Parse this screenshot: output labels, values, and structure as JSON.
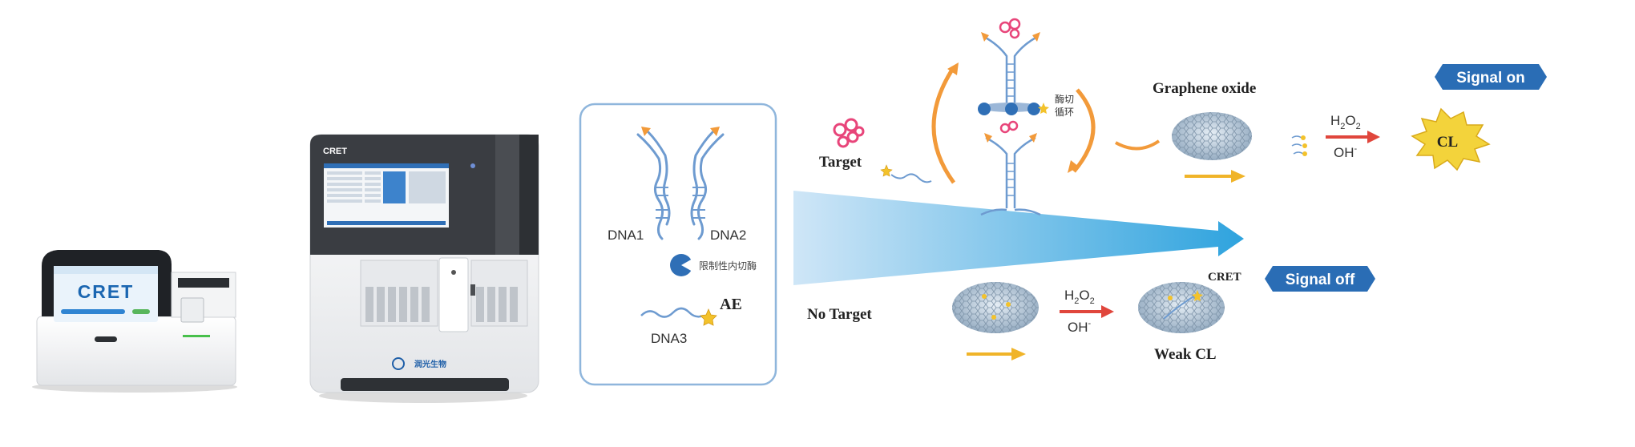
{
  "devices": {
    "small_screen_brand": "CRET",
    "large_device_label": "CRET",
    "large_device_logo": "润光生物"
  },
  "probe_box": {
    "dna1": "DNA1",
    "dna2": "DNA2",
    "enzyme": "限制性内切酶",
    "dna3": "DNA3",
    "ae": "AE"
  },
  "target_branch": {
    "target_label": "Target",
    "cycle_label_line1": "酶切",
    "cycle_label_line2": "循环",
    "graphene_oxide_label": "Graphene oxide",
    "reagent_top": "H",
    "reagent_top_sub": "2",
    "reagent_top_o": "O",
    "reagent_top_sub2": "2",
    "reagent_bottom": "OH",
    "reagent_bottom_sup": "-",
    "cl_label": "CL",
    "signal_on": "Signal on"
  },
  "no_target_branch": {
    "no_target_label": "No Target",
    "cret_label": "CRET",
    "signal_off": "Signal off",
    "reagent_top": "H",
    "reagent_top_sub": "2",
    "reagent_top_o": "O",
    "reagent_top_sub2": "2",
    "reagent_bottom": "OH",
    "reagent_bottom_sup": "-",
    "weak_cl_label": "Weak CL"
  },
  "colors": {
    "dna_blue": "#6e9bd0",
    "accent_orange": "#f29a3a",
    "box_border": "#8fb6dc",
    "signal_badge": "#2a6db5",
    "arrow_red": "#e0463c",
    "arrow_yellow": "#f0b429",
    "target_pink": "#e8457a",
    "burst_yellow": "#f3d33b"
  }
}
